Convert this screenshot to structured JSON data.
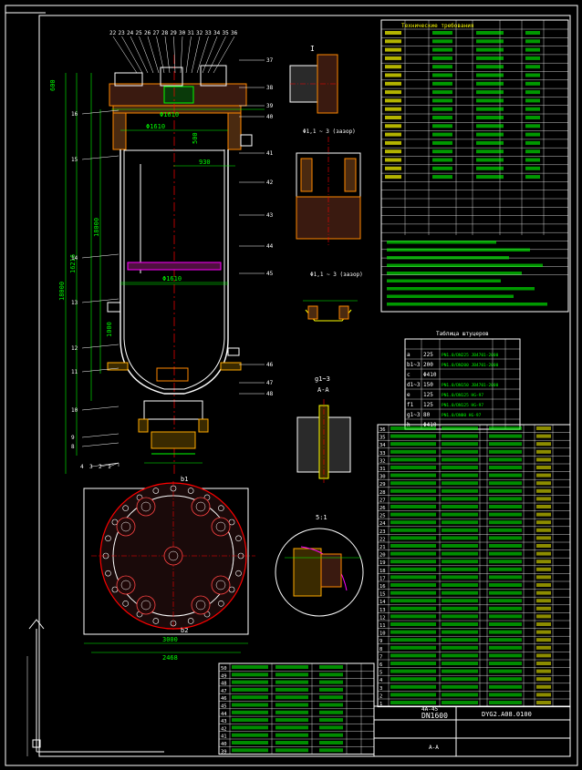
{
  "drawing": {
    "title_name": "DN1600",
    "drawing_number": "DYG2.A08.0100",
    "rev_label": "4A-45",
    "sheet_label": "A-A",
    "notes_heading": "Технические требования",
    "nozzle_heading": "Таблица штуцеров"
  },
  "views": {
    "a_a": "A-A",
    "detail_1": "I",
    "detail_1_scale": "5:1",
    "detail_fl1": "Φ1,1 ~ 3 (зазор)",
    "detail_fl2": "Φ1,1 ~ 3 (зазор)",
    "detail_g": "g1~3",
    "detail_b": "5:1",
    "bottom_b1": "b1",
    "bottom_b2": "b2"
  },
  "dims": {
    "d_outer": "Φ1610",
    "d_inner": "Φ1610",
    "d_body": "Φ1610",
    "h_total": "18000",
    "h_side": "16216",
    "w_930": "930",
    "w_500": "500",
    "w_3000": "3000",
    "w_2468": "2468",
    "h_1000": "1000",
    "h_600": "600"
  },
  "callouts_top": [
    "22",
    "23",
    "24",
    "25",
    "26",
    "27",
    "28",
    "29",
    "30",
    "31",
    "32",
    "33",
    "34",
    "35",
    "36"
  ],
  "callouts_left": [
    "16",
    "15",
    "14",
    "13",
    "12",
    "11",
    "10",
    "9",
    "8",
    "4",
    "3",
    "2",
    "1"
  ],
  "callouts_right": [
    "37",
    "38",
    "39",
    "40",
    "41",
    "42",
    "43",
    "44",
    "45",
    "46",
    "47",
    "48"
  ],
  "nozzles": [
    {
      "mark": "a",
      "dn": "225",
      "std": "PN1.0/DN225 JB4701-2000"
    },
    {
      "mark": "b1~3",
      "dn": "200",
      "std": "PN1.0/DN200 JB4701-2000"
    },
    {
      "mark": "c",
      "dn": "Φ410",
      "std": ""
    },
    {
      "mark": "d1~3",
      "dn": "150",
      "std": "PN1.0/DN150 JB4701-2000"
    },
    {
      "mark": "e",
      "dn": "125",
      "std": "PN1.0/DN125 HG-97"
    },
    {
      "mark": "f1",
      "dn": "125",
      "std": "PN1.0/DN125 HG-97"
    },
    {
      "mark": "g1~3",
      "dn": "80",
      "std": "PN1.0/DN80 HG-97"
    },
    {
      "mark": "h",
      "dn": "Φ410",
      "std": ""
    }
  ],
  "bom_right": [
    "36",
    "35",
    "34",
    "33",
    "32",
    "31",
    "30",
    "29",
    "28",
    "27",
    "26",
    "25",
    "24",
    "23",
    "22",
    "21",
    "20",
    "19",
    "18",
    "17",
    "16",
    "15",
    "14",
    "13",
    "12",
    "11",
    "10",
    "9",
    "8",
    "7",
    "6",
    "5",
    "4",
    "3",
    "2",
    "1"
  ],
  "bom_bottom": [
    "50",
    "49",
    "48",
    "47",
    "46",
    "45",
    "44",
    "43",
    "42",
    "41",
    "40",
    "39"
  ],
  "colors": {
    "line": "#ffffff",
    "center": "#ff0000",
    "dim": "#00ff00",
    "hatch": "#ff00ff",
    "text": "#ffff00",
    "grid": "#00ffff"
  }
}
